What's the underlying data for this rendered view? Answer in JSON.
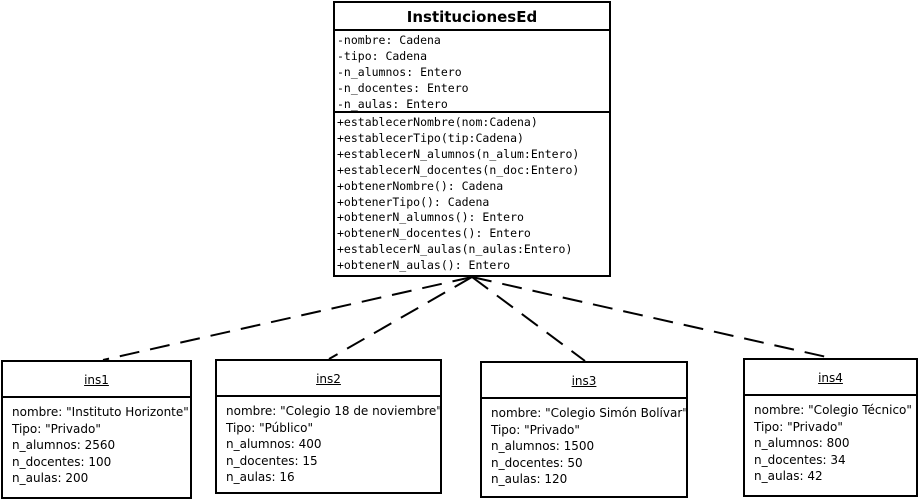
{
  "class": {
    "name": "InstitucionesEd",
    "attributes": [
      "-nombre: Cadena",
      "-tipo: Cadena",
      "-n_alumnos: Entero",
      "-n_docentes: Entero",
      "-n_aulas: Entero"
    ],
    "operations": [
      "+establecerNombre(nom:Cadena)",
      "+establecerTipo(tip:Cadena)",
      "+establecerN_alumnos(n_alum:Entero)",
      "+establecerN_docentes(n_doc:Entero)",
      "+obtenerNombre(): Cadena",
      "+obtenerTipo(): Cadena",
      "+obtenerN_alumnos(): Entero",
      "+obtenerN_docentes(): Entero",
      "+establecerN_aulas(n_aulas:Entero)",
      "+obtenerN_aulas(): Entero"
    ]
  },
  "objects": [
    {
      "name": "ins1",
      "fields": [
        "nombre: \"Instituto Horizonte\"",
        "Tipo: \"Privado\"",
        "n_alumnos: 2560",
        "n_docentes: 100",
        "n_aulas: 200"
      ]
    },
    {
      "name": "ins2",
      "fields": [
        "nombre: \"Colegio 18 de noviembre\"",
        "Tipo: \"Público\"",
        "n_alumnos: 400",
        "n_docentes: 15",
        "n_aulas: 16"
      ]
    },
    {
      "name": "ins3",
      "fields": [
        "nombre: \"Colegio Simón Bolívar\"",
        "Tipo: \"Privado\"",
        "n_alumnos: 1500",
        "n_docentes: 50",
        "n_aulas: 120"
      ]
    },
    {
      "name": "ins4",
      "fields": [
        "nombre: \"Colegio Técnico\"",
        "Tipo: \"Privado\"",
        "n_alumnos: 800",
        "n_docentes: 34",
        "n_aulas: 42"
      ]
    }
  ]
}
